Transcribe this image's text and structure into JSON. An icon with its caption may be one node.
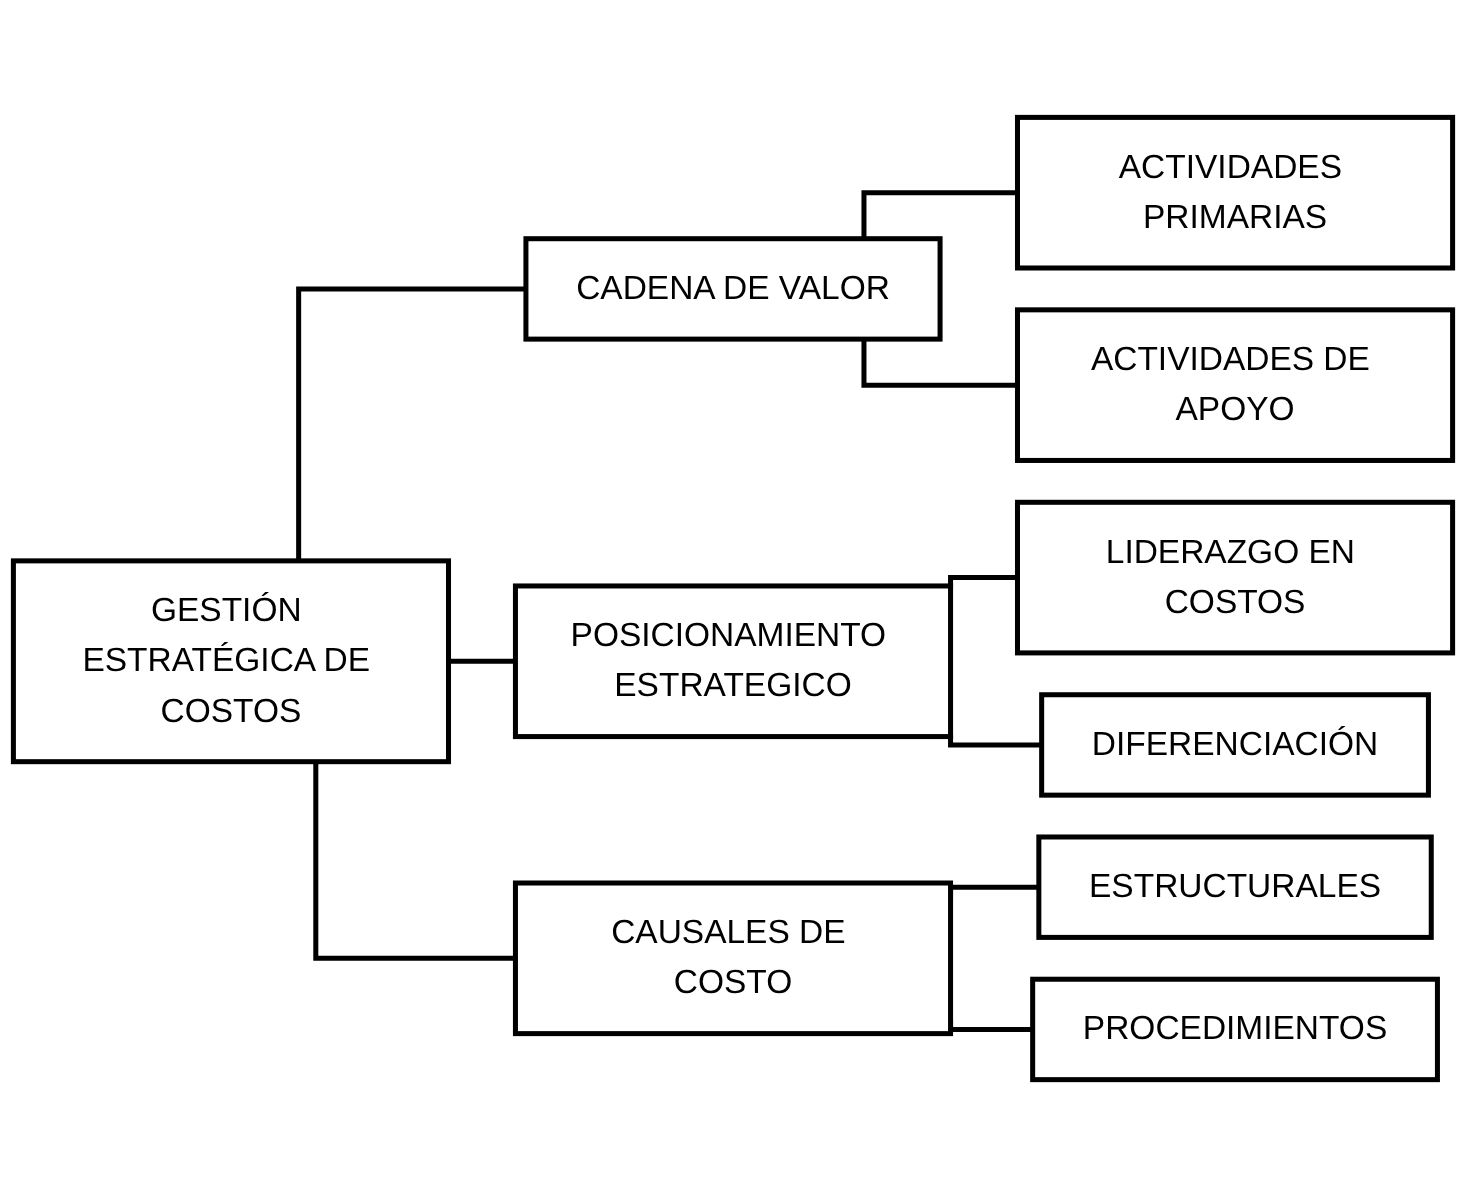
{
  "diagram": {
    "nodes": [
      {
        "text": [
          "GESTIÓN ESTRATÉGICA DE COSTOS"
        ]
      },
      {
        "text": [
          "CADENA DE VALOR"
        ]
      },
      {
        "text": [
          "ACTIVIDADES PRIMARIAS"
        ]
      },
      {
        "text": [
          "ACTIVIDADES DE APOYO"
        ]
      },
      {
        "text": [
          "POSICIONAMIENTO ESTRATEGICO"
        ]
      },
      {
        "text": [
          "LIDERAZGO EN COSTOS"
        ]
      },
      {
        "text": [
          "DIFERENCIACIÓN"
        ]
      },
      {
        "text": [
          "CAUSALES DE COSTO"
        ]
      },
      {
        "text": [
          "ESTRUCTURALES"
        ]
      },
      {
        "text": [
          "PROCEDIMIENTOS"
        ]
      }
    ],
    "edges": [
      {
        "from": 0,
        "to": 1,
        "arrow": "none"
      },
      {
        "from": 0,
        "to": 4,
        "arrow": "none"
      },
      {
        "from": 0,
        "to": 7,
        "arrow": "none"
      },
      {
        "from": 1,
        "to": 2,
        "arrow": "none"
      },
      {
        "from": 1,
        "to": 3,
        "arrow": "none"
      },
      {
        "from": 4,
        "to": 5,
        "arrow": "none"
      },
      {
        "from": 4,
        "to": 6,
        "arrow": "none"
      },
      {
        "from": 7,
        "to": 8,
        "arrow": "none"
      },
      {
        "from": 7,
        "to": 9,
        "arrow": "none"
      }
    ]
  }
}
